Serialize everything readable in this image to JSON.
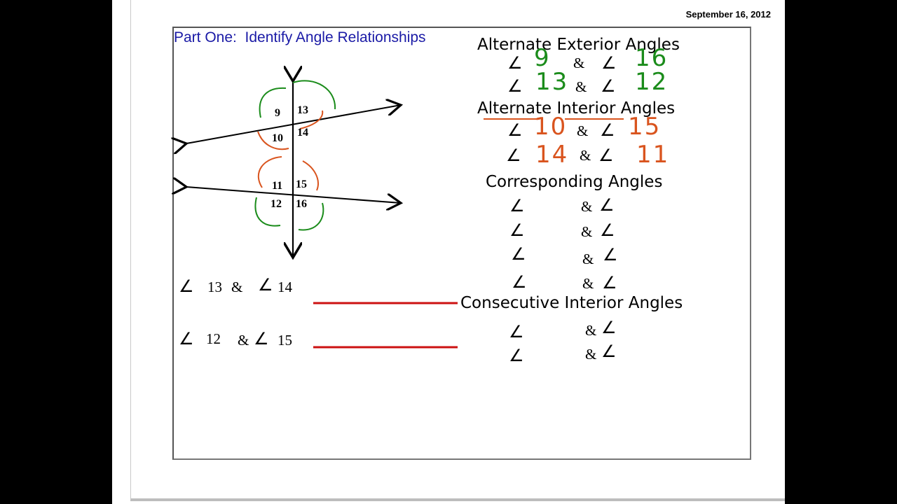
{
  "date": "September 16, 2012",
  "title": "Part One:  Identify Angle Relationships",
  "diagram": {
    "angle_labels": [
      "9",
      "13",
      "10",
      "14",
      "11",
      "15",
      "12",
      "16"
    ]
  },
  "questions": [
    {
      "a": "13",
      "amp": "&",
      "b": "14"
    },
    {
      "a": "12",
      "amp": "&",
      "b": "15"
    }
  ],
  "headings": {
    "alt_ext": "Alternate Exterior Angles",
    "alt_int": "Alternate Interior Angles",
    "corr": "Corresponding Angles",
    "cons": "Consecutive Interior Angles"
  },
  "angle_symbol": "∠",
  "amp": "&",
  "alt_ext_pairs": [
    {
      "a": "9",
      "b": "16"
    },
    {
      "a": "13",
      "b": "12"
    }
  ],
  "alt_int_pairs": [
    {
      "a": "10",
      "b": "15"
    },
    {
      "a": "14",
      "b": "11"
    }
  ],
  "colors": {
    "title_blue": "#1a1aa6",
    "ink_green": "#1b8c1b",
    "ink_orange": "#d9541e",
    "answer_line_red": "#cc1111"
  }
}
